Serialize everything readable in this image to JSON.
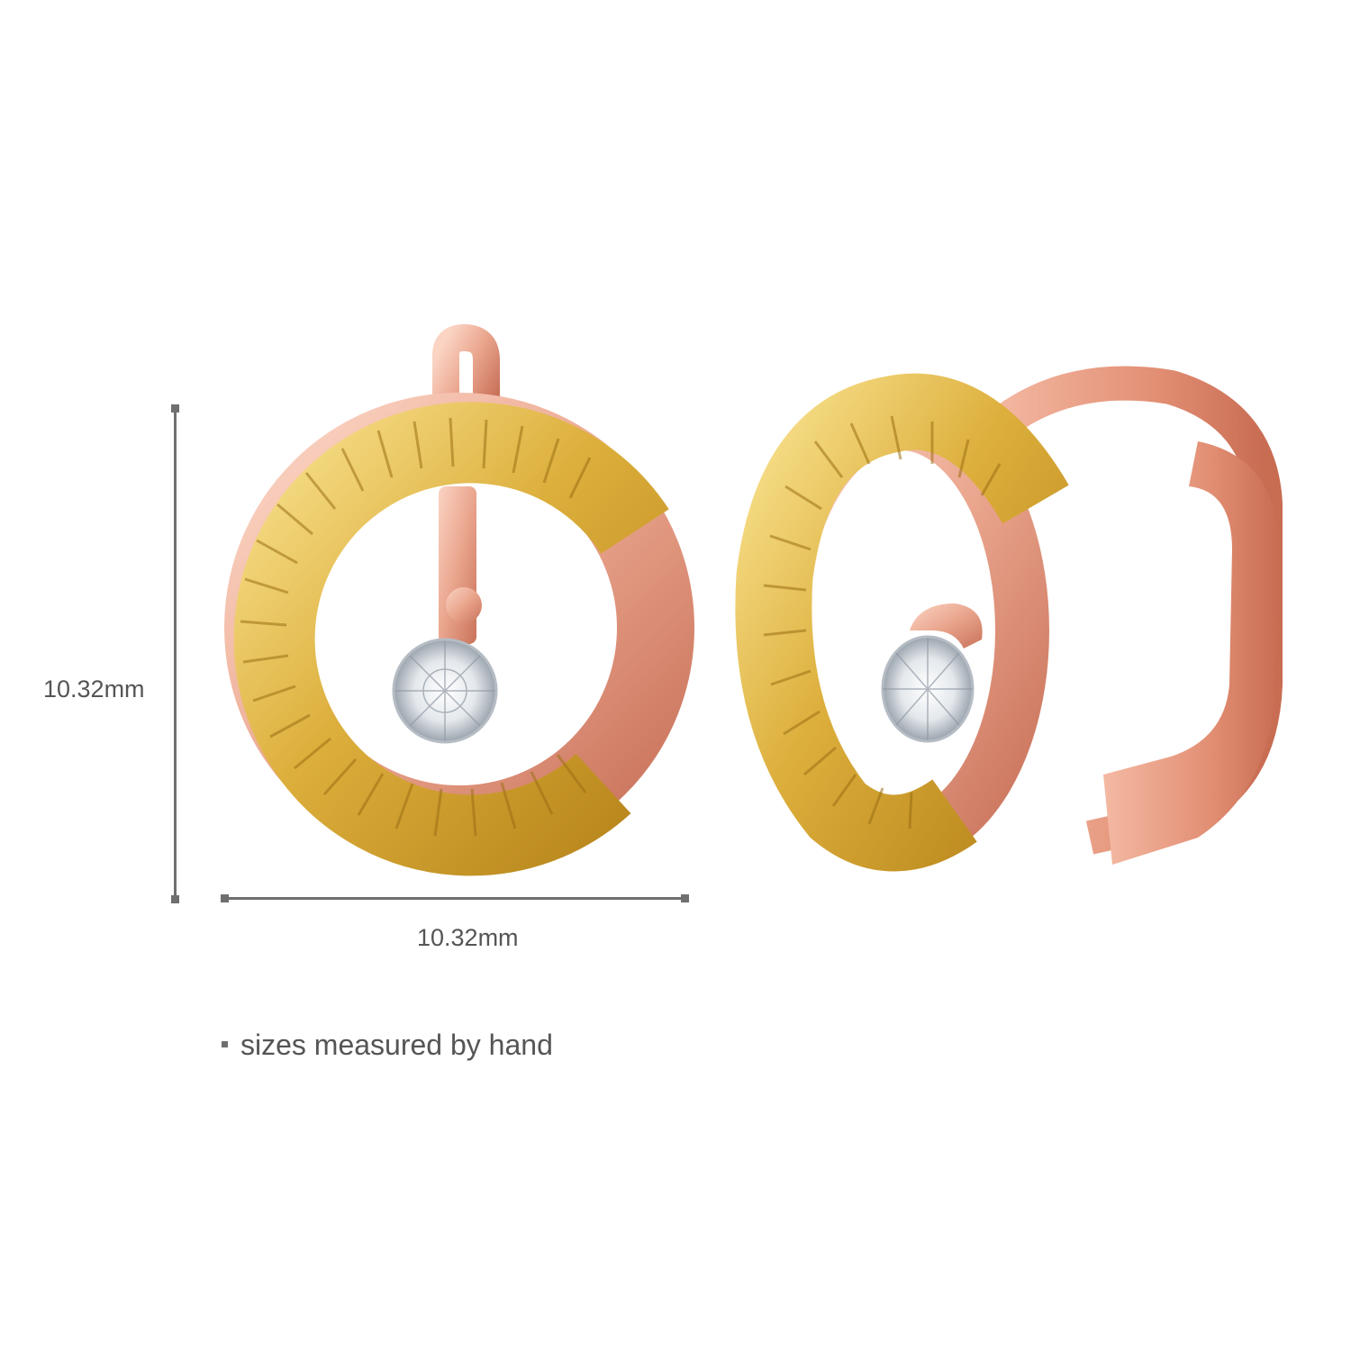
{
  "dimensions": {
    "height_label": "10.32mm",
    "width_label": "10.32mm"
  },
  "note": {
    "text": "sizes measured by hand"
  },
  "colors": {
    "dimension_line": "#6f6f6f",
    "text": "#555555",
    "yellow_gold": "#e2b94a",
    "rose_gold": "#e9a38d",
    "crystal": "#f2f4f6"
  }
}
